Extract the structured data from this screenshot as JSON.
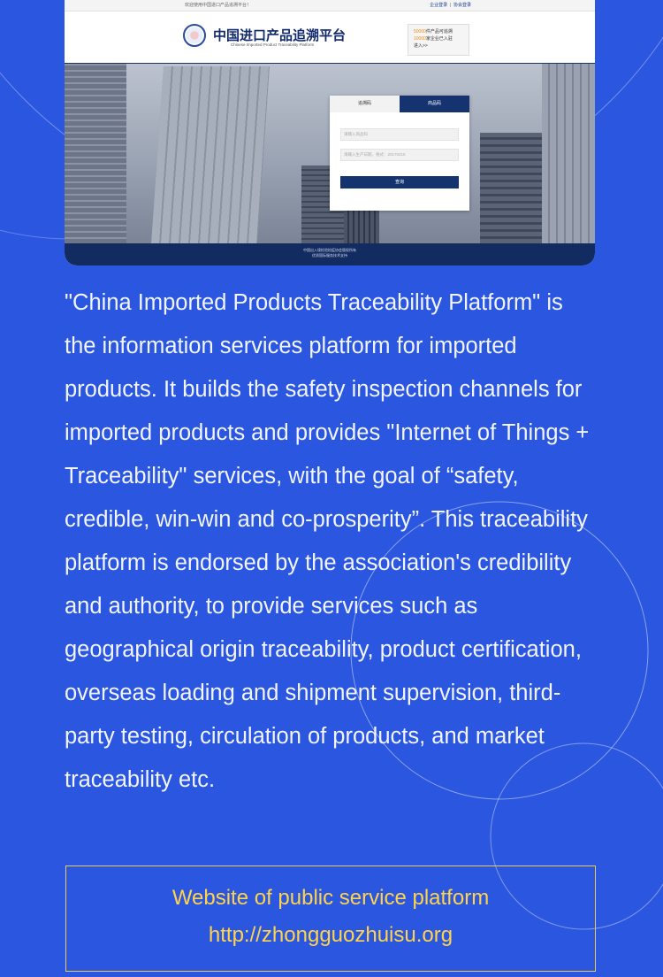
{
  "screenshot": {
    "topbar": {
      "welcome": "欢迎使用中国进口产品追溯平台！",
      "enterprise_login": "企业登录",
      "association_login": "协会登录"
    },
    "header": {
      "title": "中国进口产品追溯平台",
      "subtitle": "Chinese Imported Product Traceability Platform"
    },
    "promo": {
      "line1_number": "50000",
      "line1_text": "件产品可追溯",
      "line2_number": "10000",
      "line2_text": "家企业已入驻",
      "enter": "进入>>"
    },
    "login": {
      "tab_trace": "追溯码",
      "tab_product": "商品码",
      "field_product_placeholder": "请输入商品码",
      "field_batch_placeholder": "请输入生产日期，格式：20170415",
      "query_label": "查询"
    },
    "footer": {
      "line1": "中国出入境检验检疫协会版权所有",
      "line2": "优质国际服务技术支持"
    }
  },
  "description": "\"China Imported Products Traceability Platform\" is the information services platform for imported products. It builds the safety inspection channels for imported products and provides \"Internet of Things + Traceability\" services, with the goal of “safety, credible, win-win and co-prosperity”. This traceability platform is endorsed by the association's credibility and authority, to provide services such as geographical origin traceability, product certification, overseas loading and shipment supervision, third-party testing, circulation of products, and market traceability etc.",
  "info_box": {
    "title": "Website of public service platform",
    "url": "http://zhongguozhuisu.org"
  },
  "colors": {
    "background": "#2a56e0",
    "navy": "#15336f",
    "accent_yellow": "#ffd44a"
  }
}
